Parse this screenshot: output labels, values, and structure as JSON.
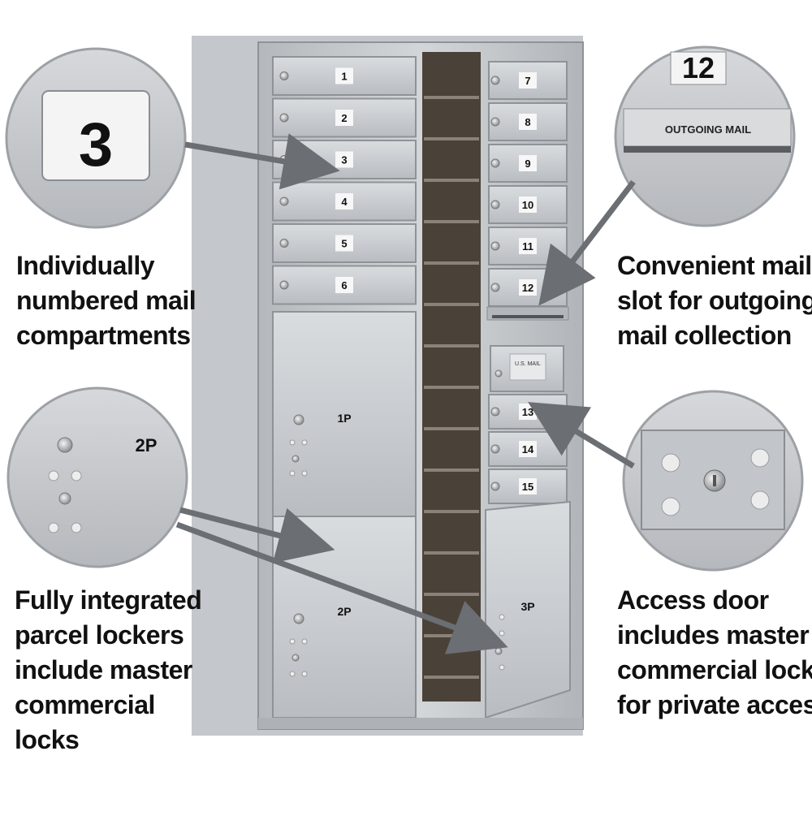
{
  "callouts": {
    "numbered": {
      "lines": [
        "Individually",
        "numbered mail",
        "compartments"
      ],
      "zoom_label": "3"
    },
    "outgoing": {
      "lines": [
        "Convenient mail",
        "slot for outgoing",
        "mail collection"
      ],
      "zoom_number": "12",
      "zoom_label": "OUTGOING MAIL"
    },
    "parcel": {
      "lines": [
        "Fully integrated",
        "parcel lockers",
        "include master",
        "commercial",
        "locks"
      ],
      "zoom_label": "2P"
    },
    "access": {
      "lines": [
        "Access door",
        "includes master",
        "commercial lock",
        "for private access"
      ]
    }
  },
  "mailbox": {
    "left_doors": [
      "1",
      "2",
      "3",
      "4",
      "5",
      "6"
    ],
    "right_doors_top": [
      "7",
      "8",
      "9",
      "10",
      "11",
      "12"
    ],
    "right_doors_bottom": [
      "13",
      "14",
      "15"
    ],
    "parcel_lockers": [
      "1P",
      "2P",
      "3P"
    ],
    "access_plate_label": "U.S. MAIL"
  },
  "colors": {
    "metal": "#c9ccd0",
    "metal_dark": "#9da1a6",
    "interior": "#4a4138",
    "arrow": "#6b6e72",
    "text": "#111111"
  }
}
